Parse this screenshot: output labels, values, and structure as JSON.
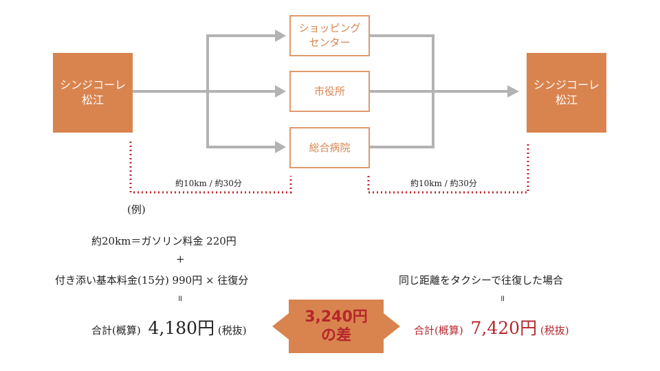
{
  "origin": {
    "line1": "シンジコーレ",
    "line2": "松江"
  },
  "destination": {
    "line1": "シンジコーレ",
    "line2": "松江"
  },
  "stops": [
    {
      "line1": "ショッピング",
      "line2": "センター"
    },
    {
      "line1": "市役所",
      "line2": ""
    },
    {
      "line1": "総合病院",
      "line2": ""
    }
  ],
  "distance_left": "約10km / 約30分",
  "distance_right": "約10km / 約30分",
  "example_label": "(例)",
  "calc": {
    "line1": "約20km＝ガソリン料金 220円",
    "plus": "+",
    "line2": "付き添い基本料金(15分) 990円 × 往復分",
    "equals": "॥",
    "total_label": "合計(概算)",
    "total_value": "4,180円",
    "total_suffix": "(税抜)"
  },
  "taxi": {
    "line1": "同じ距離をタクシーで往復した場合",
    "equals": "॥",
    "total_label": "合計(概算)",
    "total_value": "7,420円",
    "total_suffix": "(税抜)"
  },
  "difference": {
    "line1": "3,240円",
    "line2": "の差"
  },
  "colors": {
    "accent": "#d9844f",
    "arrow": "#b3b3b3",
    "dotted": "#c0262d",
    "highlight": "#b5262b"
  }
}
